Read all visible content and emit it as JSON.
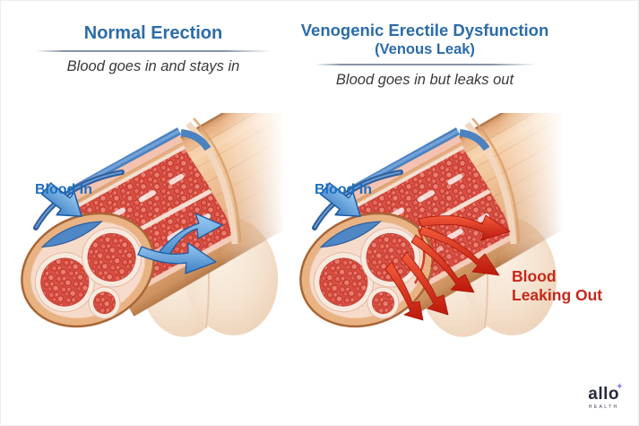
{
  "panels": {
    "left": {
      "title": "Normal Erection",
      "subtitle": "Blood goes in and stays in",
      "blood_in_label": "Blood In"
    },
    "right": {
      "title": "Venogenic Erectile Dysfunction",
      "title_line2": "(Venous Leak)",
      "subtitle": "Blood goes in but leaks out",
      "blood_in_label": "Blood In",
      "leak_label_line1": "Blood",
      "leak_label_line2": "Leaking Out"
    }
  },
  "logo": {
    "brand": "allo",
    "tagline": "HEALTH",
    "sparkle_icon": "✦"
  },
  "colors": {
    "title_blue": "#2B6CA9",
    "subtitle_text": "#3A3A3A",
    "blood_in_blue": "#1C6FBE",
    "leak_red": "#C7271B",
    "arrow_blue": "#4D93D8",
    "arrow_red": "#DF2D1B",
    "vein_blue": "#4B82C0",
    "skin_tan": "#EDBD92",
    "tissue_red": "#D94F44",
    "logo_navy": "#262B3F",
    "logo_purple": "#8F7EE0"
  }
}
